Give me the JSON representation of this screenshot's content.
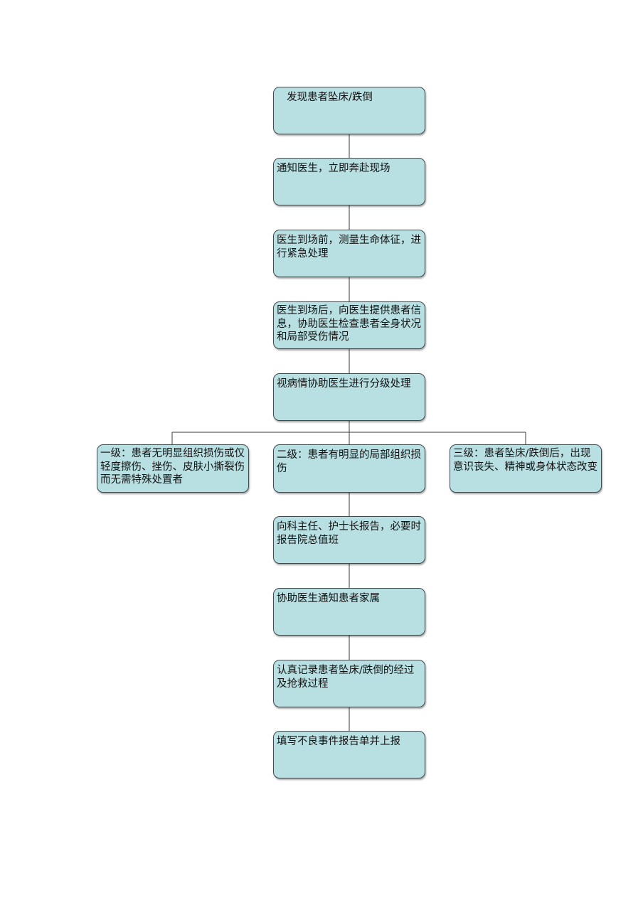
{
  "diagram": {
    "nodes": [
      {
        "id": "n1",
        "text": "发现患者坠床/跌倒"
      },
      {
        "id": "n2",
        "text": "通知医生，立即奔赴现场"
      },
      {
        "id": "n3",
        "text": "医生到场前，测量生命体征，进行紧急处理"
      },
      {
        "id": "n4",
        "text": "医生到场后，向医生提供患者信息，协助医生检查患者全身状况和局部受伤情况"
      },
      {
        "id": "n5",
        "text": "视病情协助医生进行分级处理"
      },
      {
        "id": "n6",
        "text": "一级：患者无明显组织损伤或仅轻度擦伤、挫伤、皮肤小撕裂伤而无需特殊处置者"
      },
      {
        "id": "n7",
        "text": "二级：患者有明显的局部组织损伤"
      },
      {
        "id": "n8",
        "text": "三级：患者坠床/跌倒后，出现意识丧失、精神或身体状态改变"
      },
      {
        "id": "n9",
        "text": "向科主任、护士长报告，必要时报告院总值班"
      },
      {
        "id": "n10",
        "text": "协助医生通知患者家属"
      },
      {
        "id": "n11",
        "text": "认真记录患者坠床/跌倒的经过及抢救过程"
      },
      {
        "id": "n12",
        "text": "填写不良事件报告单并上报"
      }
    ],
    "edges": [
      [
        "n1",
        "n2"
      ],
      [
        "n2",
        "n3"
      ],
      [
        "n3",
        "n4"
      ],
      [
        "n4",
        "n5"
      ],
      [
        "n5",
        "n6"
      ],
      [
        "n5",
        "n7"
      ],
      [
        "n5",
        "n8"
      ],
      [
        "n7",
        "n9"
      ],
      [
        "n9",
        "n10"
      ],
      [
        "n10",
        "n11"
      ],
      [
        "n11",
        "n12"
      ]
    ],
    "colors": {
      "node_fill": "#b8e0e3",
      "node_border": "#3e4a4d",
      "connector": "#3a3a3a"
    }
  }
}
